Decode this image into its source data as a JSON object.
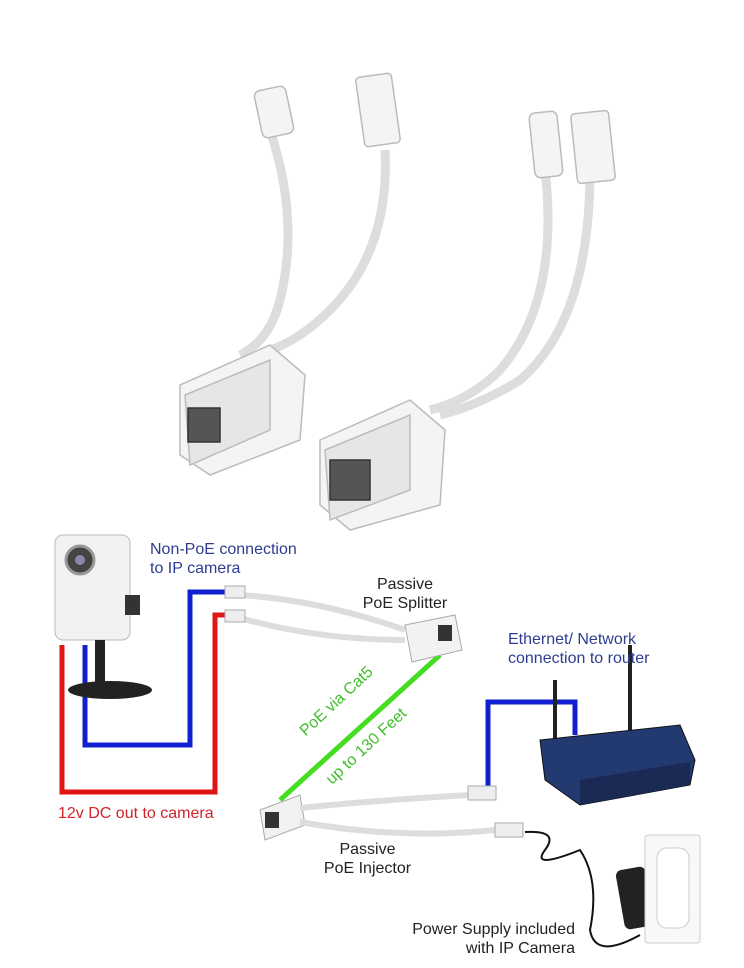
{
  "labels": {
    "non_poe_line1": "Non-PoE connection",
    "non_poe_line2": "to IP camera",
    "splitter_line1": "Passive",
    "splitter_line2": "PoE Splitter",
    "ethernet_line1": "Ethernet/ Network",
    "ethernet_line2": "connection to router",
    "poe_cat5": "PoE via Cat5",
    "distance": "up to 130 Feet",
    "dc_out": "12v DC out to camera",
    "injector_line1": "Passive",
    "injector_line2": "PoE Injector",
    "power_line1": "Power Supply included",
    "power_line2": "with IP Camera"
  },
  "colors": {
    "blue_wire": "#1020d0",
    "red_wire": "#e01515",
    "green_wire": "#44dd22",
    "label_blue": "#2e3d91",
    "label_red": "#d2232a"
  }
}
